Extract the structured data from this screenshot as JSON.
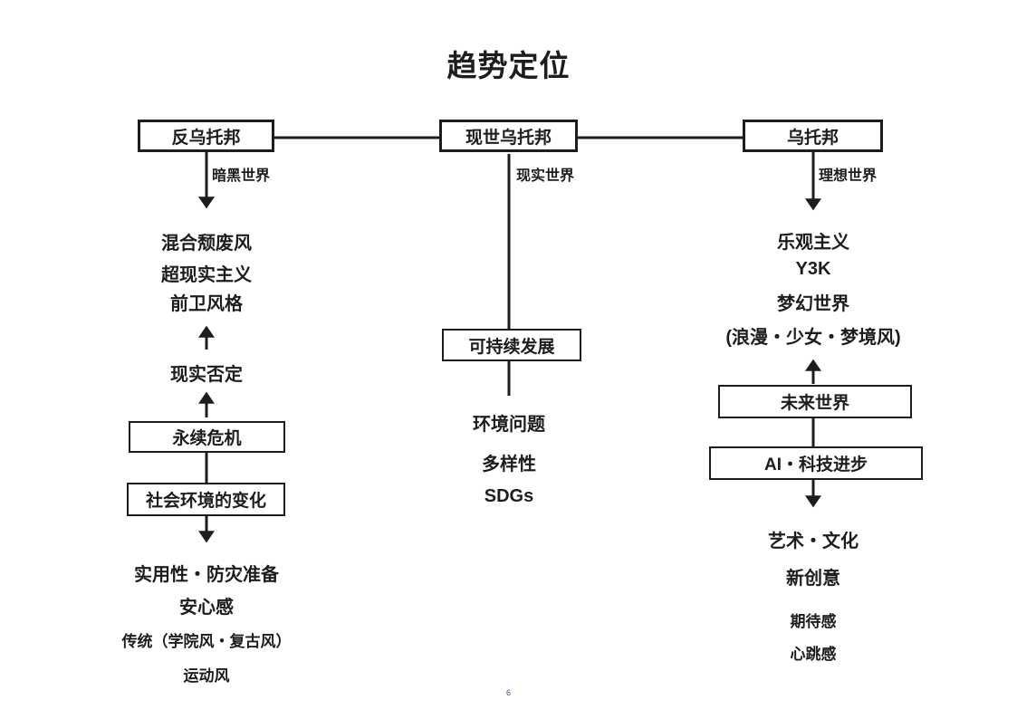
{
  "title": "趋势定位",
  "page_number": "6",
  "colors": {
    "ink": "#1d1d1f",
    "background": "#ffffff"
  },
  "left": {
    "box_top": "反乌托邦",
    "edge_label": "暗黑世界",
    "k1": [
      "混合颓废风",
      "超现实主义",
      "前卫风格"
    ],
    "mid": "现实否定",
    "box_crisis": "永续危机",
    "box_social": "社会环境的变化",
    "k2": [
      "实用性・防灾准备",
      "安心感"
    ],
    "k3": [
      "传统（学院风・复古风）",
      "运动风"
    ]
  },
  "center": {
    "box_top": "现世乌托邦",
    "edge_label": "现实世界",
    "box_sustain": "可持续发展",
    "k1": [
      "环境问题",
      "多样性",
      "SDGs"
    ]
  },
  "right": {
    "box_top": "乌托邦",
    "edge_label": "理想世界",
    "k1": [
      "乐观主义",
      "Y3K",
      "梦幻世界",
      "(浪漫・少女・梦境风)"
    ],
    "box_future": "未来世界",
    "box_ai": "AI・科技进步",
    "k2": [
      "艺术・文化",
      "新创意"
    ],
    "k3": [
      "期待感",
      "心跳感"
    ]
  }
}
